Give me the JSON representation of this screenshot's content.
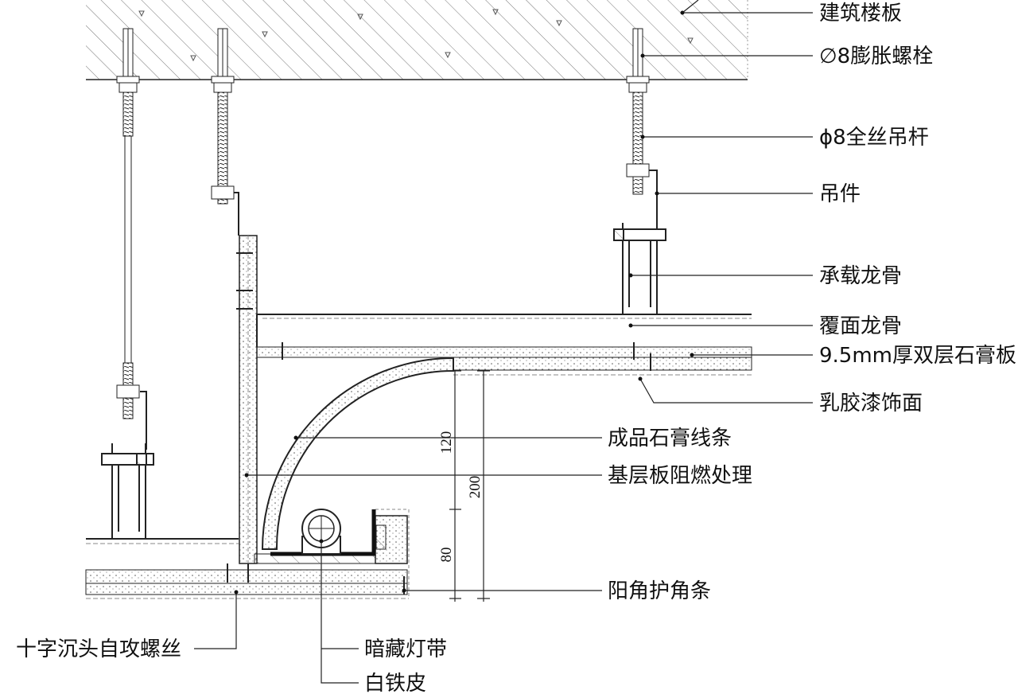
{
  "colors": {
    "line": "#1a1a1a",
    "hatch": "#666666",
    "fill": "#ffffff"
  },
  "labels_right": {
    "floor_slab": "建筑楼板",
    "expansion_bolt": "∅8膨胀螺栓",
    "threaded_rod": "ϕ8全丝吊杆",
    "hanger": "吊件",
    "main_keel": "承载龙骨",
    "cover_keel": "覆面龙骨",
    "gypsum_board": "9.5mm厚双层石膏板",
    "latex_paint": "乳胶漆饰面",
    "gypsum_molding": "成品石膏线条",
    "base_board": "基层板阻燃处理",
    "corner_guard": "阳角护角条"
  },
  "labels_bottom": {
    "screw": "十字沉头自攻螺丝",
    "light_strip": "暗藏灯带",
    "tin_sheet": "白铁皮"
  },
  "dimensions": {
    "d120": "120",
    "d200": "200",
    "d80": "80"
  }
}
